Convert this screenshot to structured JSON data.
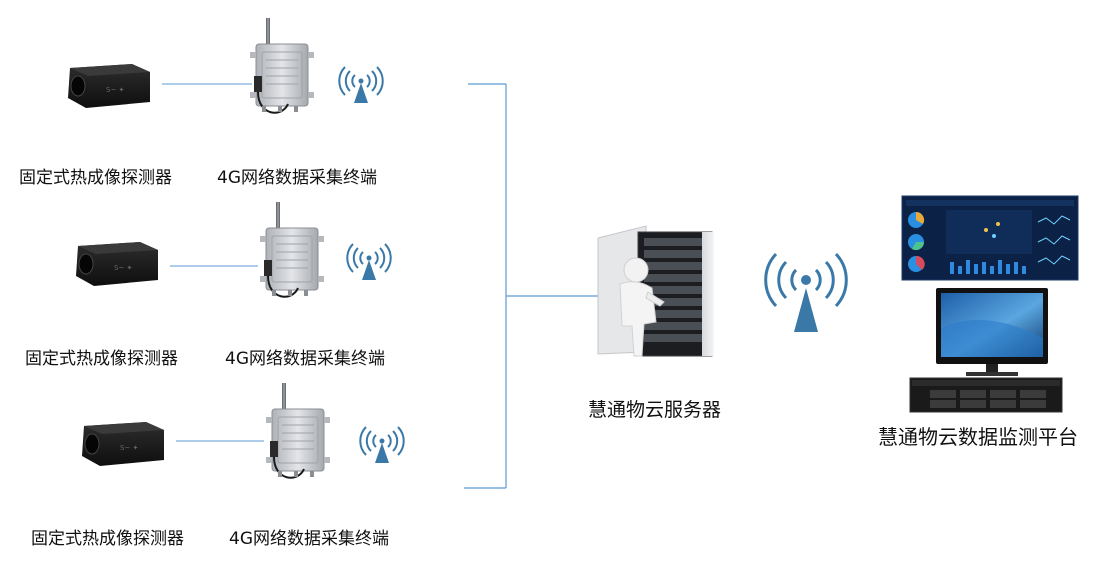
{
  "rows": [
    {
      "detector_label": "固定式热成像探测器",
      "terminal_label": "4G网络数据采集终端"
    },
    {
      "detector_label": "固定式热成像探测器",
      "terminal_label": "4G网络数据采集终端"
    },
    {
      "detector_label": "固定式热成像探测器",
      "terminal_label": "4G网络数据采集终端"
    }
  ],
  "server": {
    "label": "慧通物云服务器"
  },
  "platform": {
    "label": "慧通物云数据监测平台"
  },
  "colors": {
    "line": "#5b9bd5",
    "signal": "#3a78a8",
    "device_dark": "#1c1c1c",
    "terminal_body": "#c9ccd0",
    "screen_bg": "#0b2246"
  }
}
